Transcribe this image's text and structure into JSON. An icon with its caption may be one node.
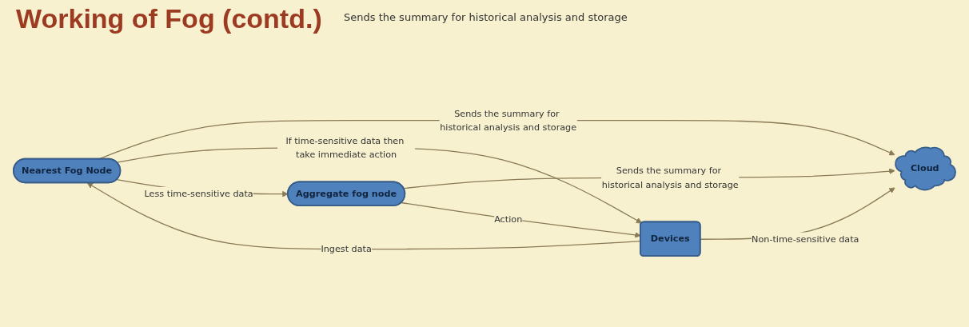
{
  "diagram": {
    "title": "Working of Fog (contd.)",
    "nodes": [
      {
        "text": [
          "Cloud"
        ]
      },
      {
        "text": [
          "Nearest Fog Node"
        ]
      },
      {
        "text": [
          "Aggregate fog node"
        ]
      },
      {
        "text": [
          "Devices"
        ]
      }
    ],
    "edges": [
      {
        "from": 3,
        "to": 0,
        "arrow": "to",
        "label": "Non-time-sensitive data"
      },
      {
        "from": 3,
        "to": 1,
        "arrow": "to",
        "label": "Ingest data"
      },
      {
        "from": 1,
        "to": 0,
        "arrow": "to",
        "label": "Sends the summary for historical analysis and storage"
      },
      {
        "from": 1,
        "to": 3,
        "arrow": "to",
        "label": "If time-sensitive data then take immediate action"
      },
      {
        "from": 1,
        "to": 2,
        "arrow": "to",
        "label": "Less time-sensitive data"
      },
      {
        "from": 2,
        "to": 0,
        "arrow": "to",
        "label": "Sends the summary for historical analysis and storage"
      },
      {
        "from": 2,
        "to": 3,
        "arrow": "to",
        "label": "Action"
      }
    ],
    "labels": [
      "Sends the summary for historical analysis and storage"
    ]
  }
}
